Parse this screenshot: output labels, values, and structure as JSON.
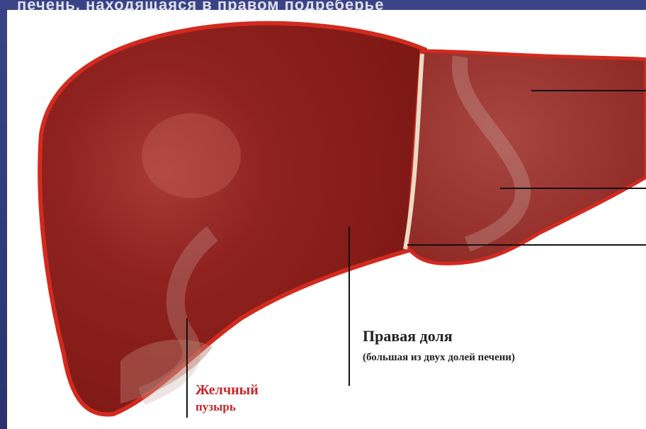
{
  "page": {
    "top_caption_partial": "печень, находящаяся в правом подреберье",
    "colors": {
      "background": "#2b3470",
      "liver_fill": "#8e1d1a",
      "liver_edge": "#d22a1f",
      "ligament": "#e9dcc6",
      "label_dark": "#222222",
      "label_accent": "#c5262b"
    }
  },
  "labels": {
    "right_lobe_title": "Правая доля",
    "right_lobe_subtitle": "(большая из двух долей печени)",
    "gallbladder_line1": "Желчный",
    "gallbladder_line2": "пузырь"
  }
}
